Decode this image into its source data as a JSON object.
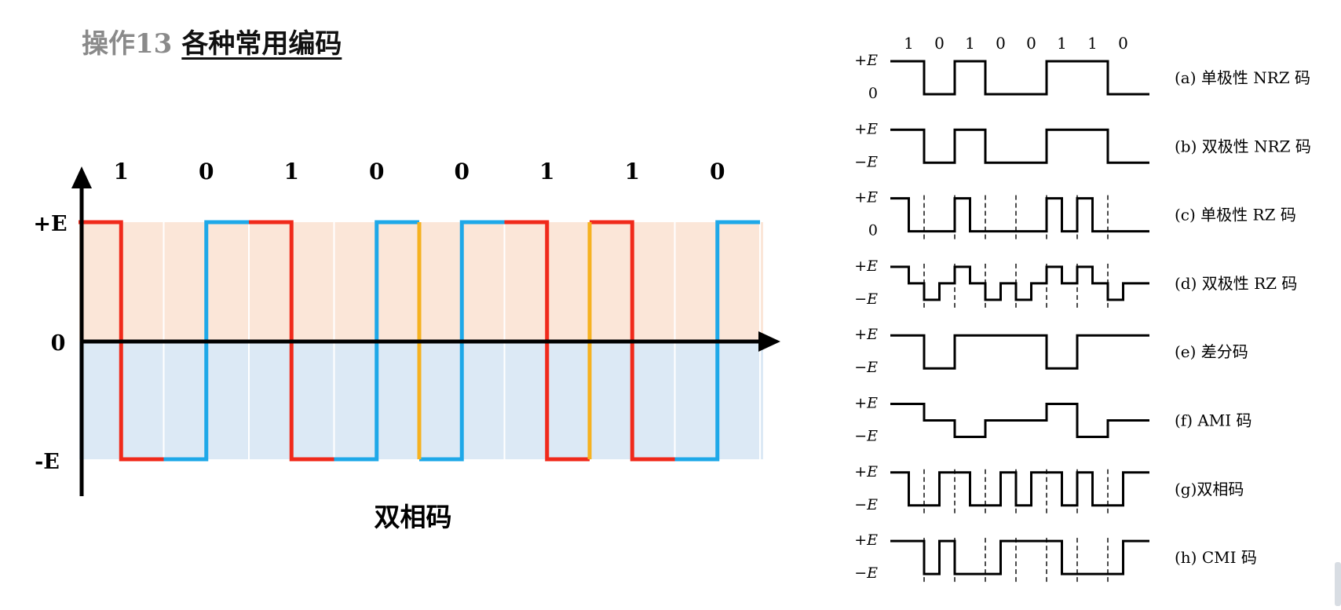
{
  "title": {
    "number": "操作13",
    "name": "各种常用编码"
  },
  "main_diagram": {
    "bits": [
      "1",
      "0",
      "1",
      "0",
      "0",
      "1",
      "1",
      "0"
    ],
    "levels": {
      "high": "+E",
      "zero": "0",
      "low": "-E"
    },
    "caption": "双相码",
    "colors": {
      "high_bg": "#fbe6d8",
      "low_bg": "#dce9f5",
      "red": "#f02a1b",
      "blue": "#1ea8e8",
      "orange": "#f6b221",
      "axis": "#000000"
    },
    "waveform": [
      {
        "bit": "1",
        "color": "red",
        "first_half": "+E",
        "second_half": "-E"
      },
      {
        "bit": "0",
        "color": "blue",
        "first_half": "-E",
        "second_half": "+E"
      },
      {
        "bit": "1",
        "color": "red",
        "first_half": "+E",
        "second_half": "-E"
      },
      {
        "bit": "0",
        "color": "blue",
        "first_half": "-E",
        "second_half": "+E"
      },
      {
        "bit": "0",
        "color": "blue",
        "first_half": "-E",
        "second_half": "+E"
      },
      {
        "bit": "1",
        "color": "red",
        "first_half": "+E",
        "second_half": "-E"
      },
      {
        "bit": "1",
        "color": "red",
        "first_half": "+E",
        "second_half": "-E"
      },
      {
        "bit": "0",
        "color": "blue",
        "first_half": "-E",
        "second_half": "+E"
      }
    ]
  },
  "reference": {
    "bits": [
      "1",
      "0",
      "1",
      "0",
      "0",
      "1",
      "1",
      "0"
    ],
    "rows": [
      {
        "id": "a",
        "label": "(a) 单极性 NRZ 码",
        "hi": "+E",
        "lo": "0",
        "levels": [
          1,
          0,
          1,
          0,
          0,
          1,
          1,
          0
        ],
        "dashes": false
      },
      {
        "id": "b",
        "label": "(b) 双极性 NRZ 码",
        "hi": "+E",
        "lo": "−E",
        "levels": [
          1,
          -1,
          1,
          -1,
          -1,
          1,
          1,
          -1
        ],
        "dashes": false
      },
      {
        "id": "c",
        "label": "(c) 单极性 RZ 码",
        "hi": "+E",
        "lo": "0",
        "levels": [
          1,
          0,
          0,
          0,
          1,
          0,
          0,
          0,
          0,
          0,
          1,
          0,
          1,
          0,
          0,
          0
        ],
        "dashes": true
      },
      {
        "id": "d",
        "label": "(d) 双极性 RZ 码",
        "hi": "+E",
        "lo": "−E",
        "levels": [
          1,
          0,
          -1,
          0,
          1,
          0,
          -1,
          0,
          -1,
          0,
          1,
          0,
          1,
          0,
          -1,
          0
        ],
        "dashes": true
      },
      {
        "id": "e",
        "label": "(e) 差分码",
        "hi": "+E",
        "lo": "−E",
        "levels": [
          1,
          -1,
          1,
          1,
          1,
          -1,
          1,
          1
        ],
        "dashes": false
      },
      {
        "id": "f",
        "label": "(f) AMI 码",
        "hi": "+E",
        "lo": "−E",
        "levels": [
          1,
          0,
          -1,
          0,
          0,
          1,
          -1,
          0
        ],
        "dashes": false
      },
      {
        "id": "g",
        "label": "(g)双相码",
        "hi": "+E",
        "lo": "−E",
        "levels": [
          1,
          -1,
          -1,
          1,
          1,
          -1,
          -1,
          1,
          -1,
          1,
          1,
          -1,
          1,
          -1,
          -1,
          1
        ],
        "dashes": true
      },
      {
        "id": "h",
        "label": "(h) CMI 码",
        "hi": "+E",
        "lo": "−E",
        "levels": [
          1,
          1,
          -1,
          1,
          -1,
          -1,
          -1,
          1,
          1,
          1,
          1,
          -1,
          -1,
          -1,
          -1,
          1
        ],
        "dashes": true
      }
    ]
  }
}
